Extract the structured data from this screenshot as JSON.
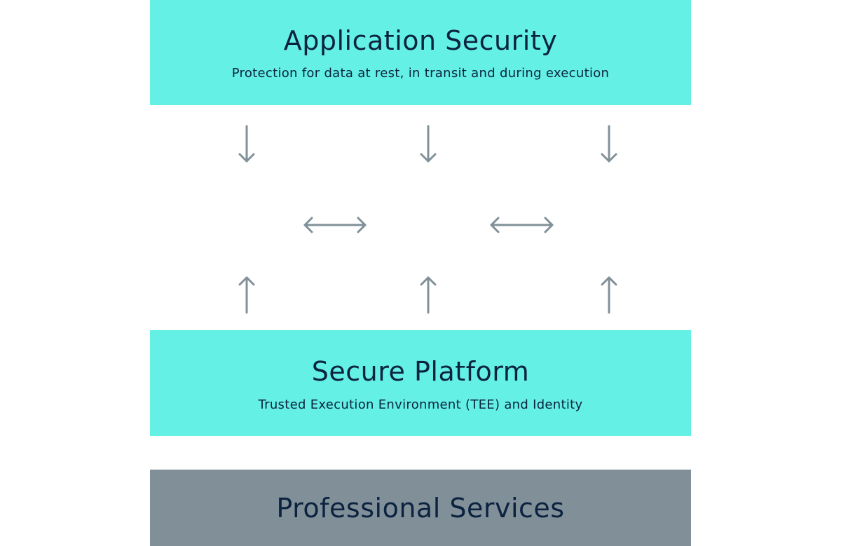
{
  "colors": {
    "teal_block": "#64f0e4",
    "gray_block": "#819098",
    "text_dark": "#0c2340",
    "arrow": "#819098"
  },
  "blocks": {
    "application_security": {
      "title": "Application Security",
      "subtitle": "Protection for data at rest, in transit and during execution"
    },
    "secure_platform": {
      "title": "Secure Platform",
      "subtitle": "Trusted Execution Environment (TEE) and Identity"
    },
    "professional_services": {
      "title": "Professional Services"
    }
  },
  "arrows": {
    "down": [
      "arrow-down-icon",
      "arrow-down-icon",
      "arrow-down-icon"
    ],
    "horizontal": [
      "double-arrow-icon",
      "double-arrow-icon"
    ],
    "up": [
      "arrow-up-icon",
      "arrow-up-icon",
      "arrow-up-icon"
    ]
  }
}
